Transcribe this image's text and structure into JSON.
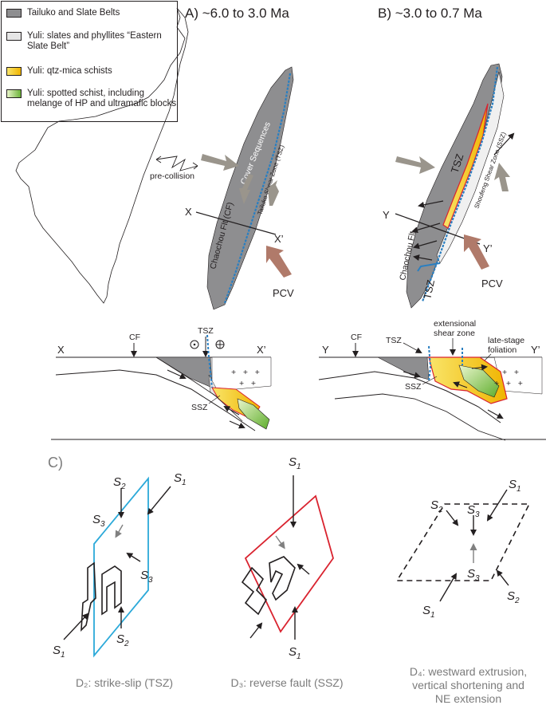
{
  "legend": {
    "items": [
      {
        "label": "Tailuko and Slate Belts",
        "color": "#8e8e90"
      },
      {
        "label": "Yuli: slates and phyllites “Eastern Slate Belt”",
        "color": "#e6e6e6"
      },
      {
        "label": "Yuli: qtz-mica schists",
        "color": "#f5d21c"
      },
      {
        "label": "Yuli: spotted schist, including melange of HP and ultramafic blocks",
        "color": "#a9d46a"
      }
    ]
  },
  "panel_a": {
    "title": "A) ~6.0 to 3.0 Ma",
    "pre_collision": "pre-collision",
    "x_label": "X",
    "x_prime_label": "X’",
    "cover_label": "Cover Sequences",
    "cf_map_label": "Chaochou Flt (CF)",
    "tsz_map_label": "Tailuko Shear Zone (TSZ)",
    "pcv_label": "PCV",
    "section": {
      "x_label": "X",
      "x_prime_label": "X’",
      "cf_label": "CF",
      "tsz_label": "TSZ",
      "ssz_label": "SSZ"
    }
  },
  "panel_b": {
    "title": "B) ~3.0 to 0.7 Ma",
    "tsz_upper": "TSZ",
    "tsz_lower": "TSZ",
    "ssz_map_label": "Shoufeng Shear Zone (SSZ)",
    "cf_map_label": "Chaochou Flt",
    "y_label": "Y",
    "y_prime_label": "Y’",
    "pcv_label": "PCV",
    "section": {
      "y_label": "Y",
      "y_prime_label": "Y’",
      "cf_label": "CF",
      "tsz_label": "TSZ",
      "ssz_label": "SSZ",
      "ext_label_1": "extensional",
      "ext_label_2": "shear zone",
      "late_label_1": "late-stage",
      "late_label_2": "foliation"
    }
  },
  "panel_c": {
    "label": "C)",
    "stress": {
      "s_main": "S",
      "sub1": "1",
      "sub2": "2",
      "sub3": "3"
    },
    "captions": {
      "d2": "D₂: strike-slip (TSZ)",
      "d3": "D₃: reverse fault (SSZ)",
      "d4_line1": "D₄: westward extrusion,",
      "d4_line2": "vertical shortening and",
      "d4_line3": "NE extension"
    }
  },
  "colors": {
    "gray_belt": "#8e8e90",
    "blue_fault": "#2a7fc1",
    "red_fault": "#d9232f",
    "yellow": "#f5d21c",
    "green": "#a9d46a",
    "brown_arrow": "#b07a6a",
    "gray_arrow": "#9a958c",
    "cyan_plane": "#2ba9d9"
  }
}
